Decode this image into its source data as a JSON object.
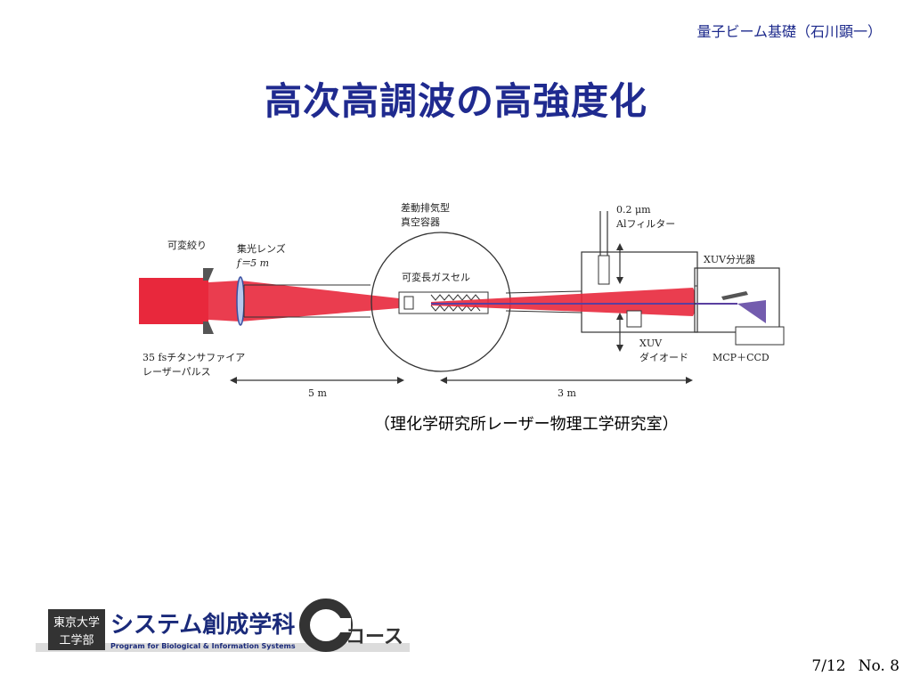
{
  "header": {
    "note": "量子ビーム基礎（石川顕一）"
  },
  "title": "高次高調波の高強度化",
  "diagram": {
    "labels": {
      "aperture": "可変絞り",
      "lens": "集光レンズ",
      "focal": "f＝5 m",
      "chamber_line1": "差動排気型",
      "chamber_line2": "真空容器",
      "gas_cell": "可変長ガスセル",
      "filter_line1": "0.2 μm",
      "filter_line2": "Alフィルター",
      "spectrometer": "XUV分光器",
      "laser_line1": "35 fsチタンサファイア",
      "laser_line2": "レーザーパルス",
      "dist1": "5 m",
      "dist2": "3 m",
      "diode_line1": "XUV",
      "diode_line2": "ダイオード",
      "detector": "MCP＋CCD"
    },
    "colors": {
      "beam": "#e8283c",
      "xuv": "#5a3fa0",
      "line": "#333333"
    }
  },
  "caption": "（理化学研究所レーザー物理工学研究室）",
  "footer": {
    "logo": {
      "box_top": "東京大学",
      "box_bottom": "工学部",
      "title": "システム創成学科",
      "subtitle": "Program for Biological & Information Systems",
      "course": "コース"
    }
  },
  "page": {
    "fraction": "7/12",
    "number": "No. 8"
  }
}
